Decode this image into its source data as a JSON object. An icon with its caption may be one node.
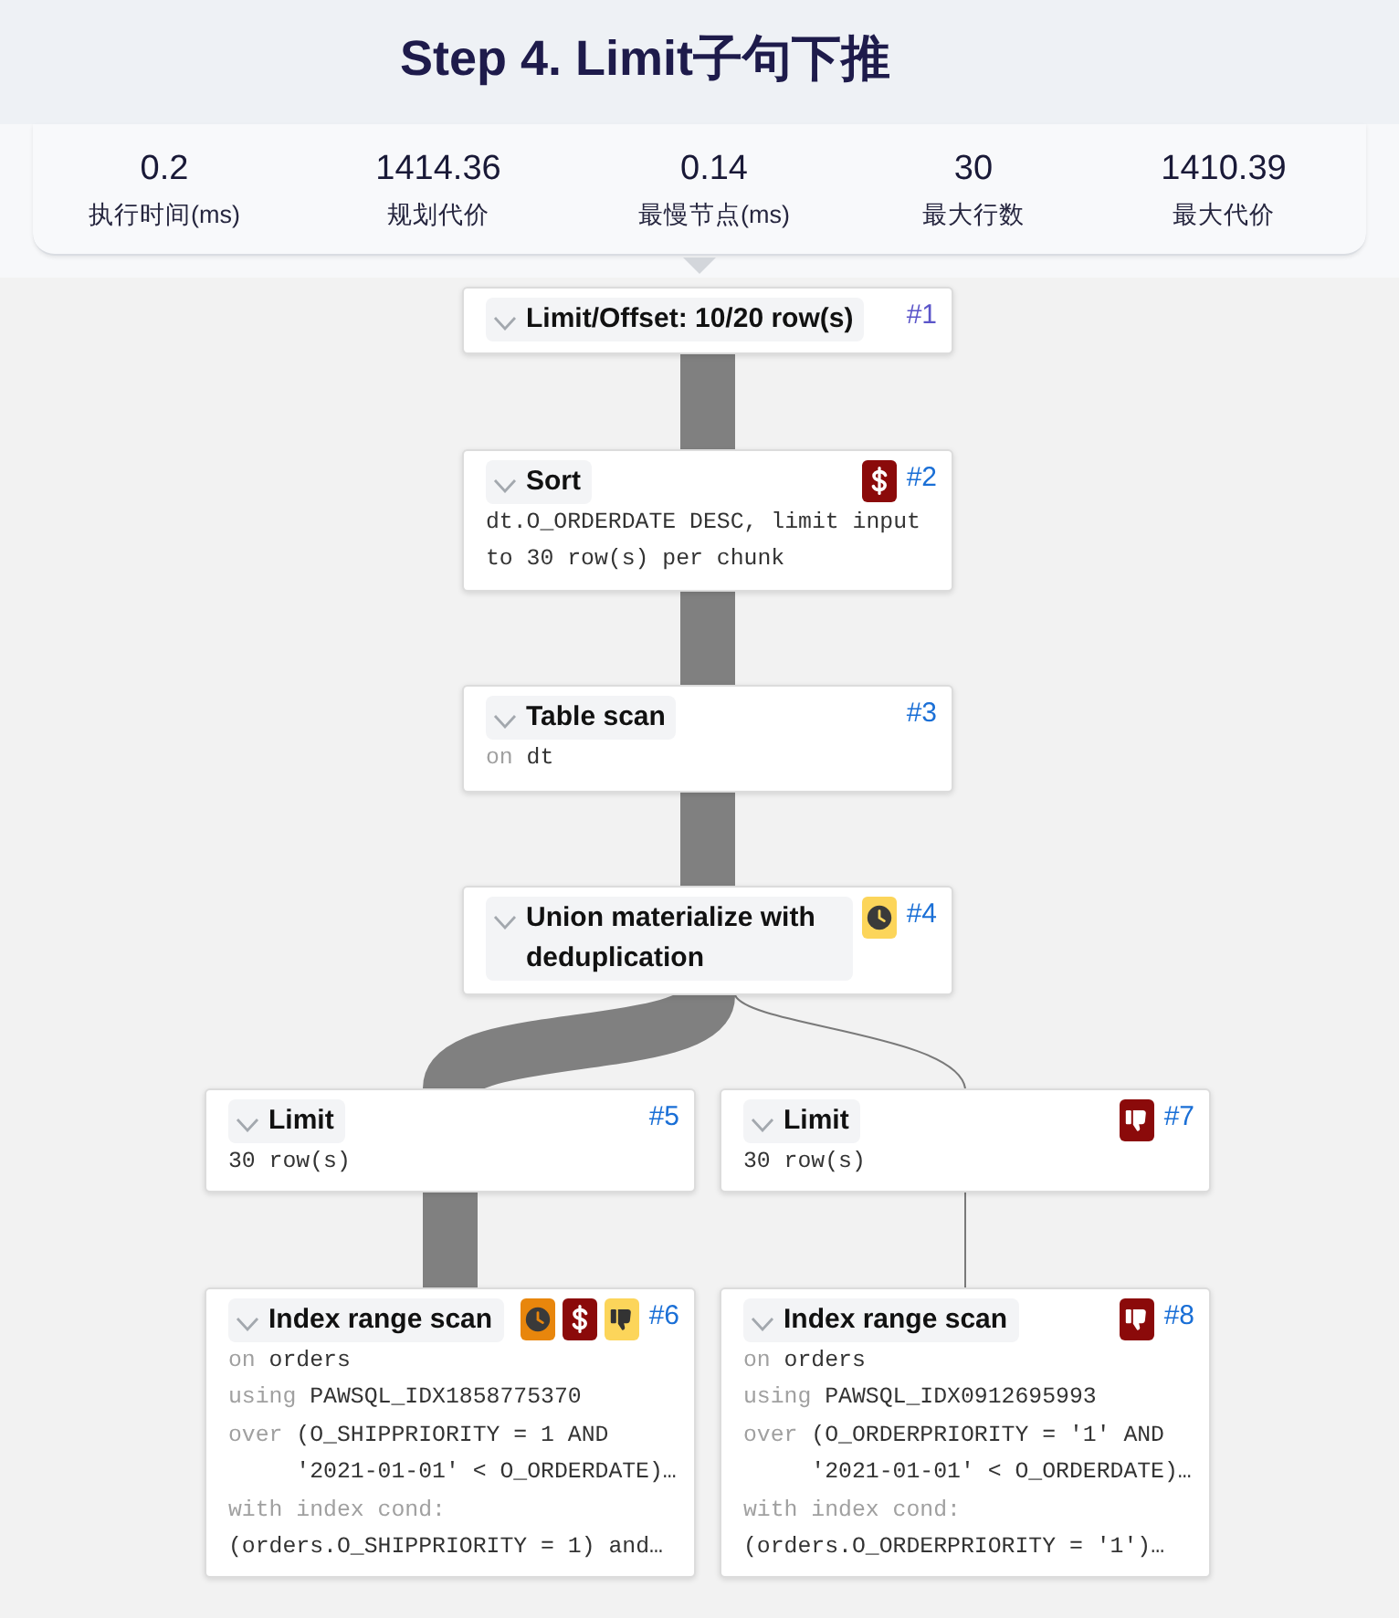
{
  "diagram": {
    "title": "Step 4. Limit子句下推",
    "nodes": [
      {
        "text": [
          "Limit/Offset: 10/20 row(s)",
          "#1"
        ]
      },
      {
        "text": [
          "Sort",
          "#2",
          "dt.O_ORDERDATE DESC, limit input to 30 row(s) per chunk"
        ]
      },
      {
        "text": [
          "Table scan",
          "#3",
          "on",
          "dt"
        ]
      },
      {
        "text": [
          "Union materialize with deduplication",
          "#4"
        ]
      },
      {
        "text": [
          "Limit",
          "#5",
          "30 row(s)"
        ]
      },
      {
        "text": [
          "Index range scan",
          "#6",
          "on",
          "orders",
          "using",
          "PAWSQL_IDX1858775370",
          "over",
          "(O_SHIPPRIORITY = 1 AND '2021-01-01' < O_ORDERDATE)…",
          "with index cond:",
          "(orders.O_SHIPPRIORITY = 1) and…"
        ]
      },
      {
        "text": [
          "Limit",
          "#7",
          "30 row(s)"
        ]
      },
      {
        "text": [
          "Index range scan",
          "#8",
          "on",
          "orders",
          "using",
          "PAWSQL_IDX0912695993",
          "over",
          "(O_ORDERPRIORITY = '1' AND '2021-01-01' < O_ORDERDATE)…",
          "with index cond:",
          "(orders.O_ORDERPRIORITY = '1')…"
        ]
      }
    ],
    "edges": [
      {
        "from": 0,
        "to": 1,
        "arrow": "none"
      },
      {
        "from": 1,
        "to": 2,
        "arrow": "none"
      },
      {
        "from": 2,
        "to": 3,
        "arrow": "none"
      },
      {
        "from": 3,
        "to": 4,
        "arrow": "none"
      },
      {
        "from": 4,
        "to": 5,
        "arrow": "none"
      },
      {
        "from": 3,
        "to": 6,
        "arrow": "none"
      },
      {
        "from": 6,
        "to": 7,
        "arrow": "none"
      }
    ],
    "labels": [
      "0.2",
      "执行时间(ms)",
      "1414.36",
      "规划代价",
      "0.14",
      "最慢节点(ms)",
      "30",
      "最大行数",
      "1410.39",
      "最大代价"
    ]
  }
}
